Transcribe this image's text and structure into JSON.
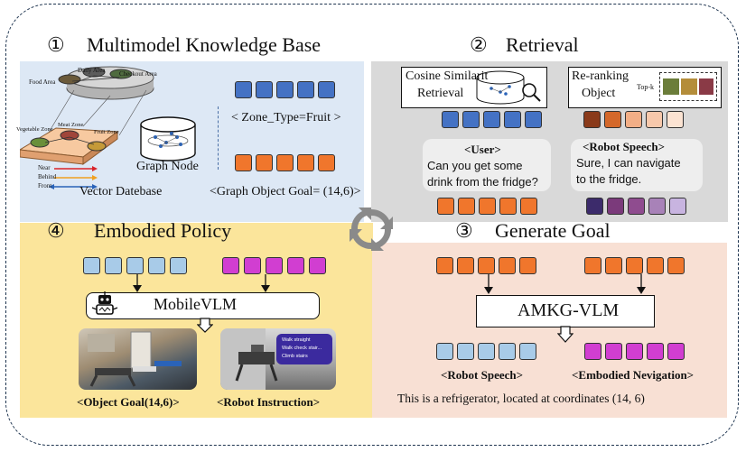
{
  "sections": {
    "kb": {
      "num": "①",
      "title": "Multimodel Knowledge Base"
    },
    "retrieval": {
      "num": "②",
      "title": "Retrieval"
    },
    "goal": {
      "num": "③",
      "title": "Generate Goal"
    },
    "policy": {
      "num": "④",
      "title": "Embodied Policy"
    }
  },
  "kb": {
    "areas": [
      "Food Area",
      "Daily Area",
      "Checkout Area"
    ],
    "zones": [
      "Vegetable Zone",
      "Meat Zone",
      "Fruit Zone"
    ],
    "legend": [
      "Near",
      "Behind",
      "Front"
    ],
    "vector_label": "Vector Datebase",
    "graph_label": "Graph Node",
    "zone_type": "< Zone_Type=Fruit >",
    "graph_goal": "<Graph Object Goal= (14,6)>"
  },
  "retrieval": {
    "cosine": [
      "Cosine Similarit",
      "Retrieval"
    ],
    "rerank": [
      "Re-ranking",
      "Object"
    ],
    "topk": "Top-k",
    "user_title": "<User>",
    "user_text": [
      "Can you get some",
      "drink from the fridge?"
    ],
    "robot_title": "<Robot Speech>",
    "robot_text": [
      "Sure, I can navigate",
      "to the fridge."
    ]
  },
  "goal": {
    "model": "AMKG-VLM",
    "speech_label": "<Robot Speech>",
    "nav_label": "<Embodied Nevigation>",
    "caption": "This is a  refrigerator, located at coordinates (14, 6)"
  },
  "policy": {
    "model": "MobileVLM",
    "goal_label": "<Object Goal(14,6)>",
    "instr_label": "<Robot Instruction>",
    "overlay": [
      "Walk straight",
      "Walk check stair...",
      "Climb stairs"
    ]
  },
  "colors": {
    "blue": "#4472c4",
    "orange": "#f0762c",
    "light_blue": "#a8cbe8",
    "magenta": "#d13ed1",
    "kb_bg": "#dde8f5",
    "retrieval_bg": "#d9d9d9",
    "policy_bg": "#fbe59b",
    "goal_bg": "#f8e0d4"
  }
}
